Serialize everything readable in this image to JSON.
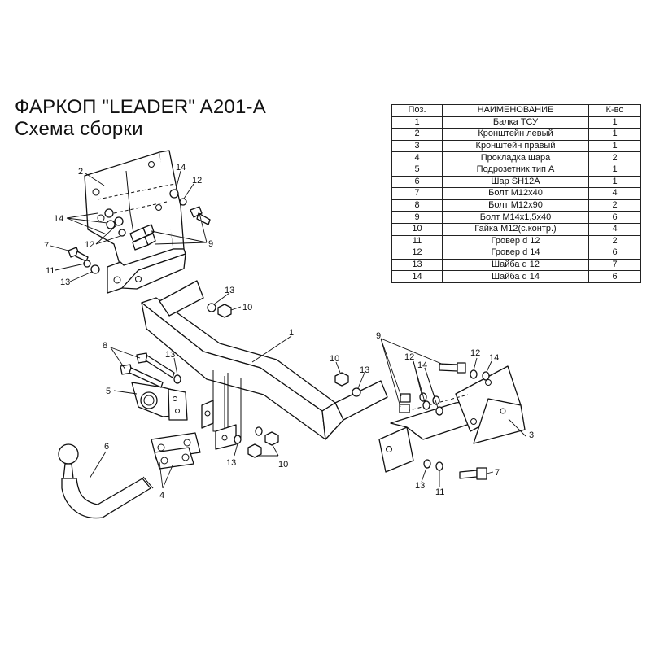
{
  "title": {
    "line1": "ФАРКОП \"LEADER\" A201-A",
    "line2": "Схема сборки"
  },
  "parts_table": {
    "headers": [
      "Поз.",
      "НАИМЕНОВАНИЕ",
      "К-во"
    ],
    "rows": [
      [
        "1",
        "Балка ТСУ",
        "1"
      ],
      [
        "2",
        "Кронштейн левый",
        "1"
      ],
      [
        "3",
        "Кронштейн правый",
        "1"
      ],
      [
        "4",
        "Прокладка шара",
        "2"
      ],
      [
        "5",
        "Подрозетник тип А",
        "1"
      ],
      [
        "6",
        "Шар SH12A",
        "1"
      ],
      [
        "7",
        "Болт М12х40",
        "4"
      ],
      [
        "8",
        "Болт М12х90",
        "2"
      ],
      [
        "9",
        "Болт М14х1,5х40",
        "6"
      ],
      [
        "10",
        "Гайка М12(с.контр.)",
        "4"
      ],
      [
        "11",
        "Гровер d 12",
        "2"
      ],
      [
        "12",
        "Гровер d 14",
        "6"
      ],
      [
        "13",
        "Шайба d 12",
        "7"
      ],
      [
        "14",
        "Шайба d 14",
        "6"
      ]
    ]
  },
  "callouts": [
    {
      "id": "c-2",
      "text": "2"
    },
    {
      "id": "c-14a",
      "text": "14"
    },
    {
      "id": "c-12a",
      "text": "12"
    },
    {
      "id": "c-14b",
      "text": "14"
    },
    {
      "id": "c-12b",
      "text": "12"
    },
    {
      "id": "c-9a",
      "text": "9"
    },
    {
      "id": "c-7a",
      "text": "7"
    },
    {
      "id": "c-11a",
      "text": "11"
    },
    {
      "id": "c-13a",
      "text": "13"
    },
    {
      "id": "c-13b",
      "text": "13"
    },
    {
      "id": "c-10a",
      "text": "10"
    },
    {
      "id": "c-1",
      "text": "1"
    },
    {
      "id": "c-8",
      "text": "8"
    },
    {
      "id": "c-13c",
      "text": "13"
    },
    {
      "id": "c-5",
      "text": "5"
    },
    {
      "id": "c-6",
      "text": "6"
    },
    {
      "id": "c-4",
      "text": "4"
    },
    {
      "id": "c-13d",
      "text": "13"
    },
    {
      "id": "c-10b",
      "text": "10"
    },
    {
      "id": "c-10c",
      "text": "10"
    },
    {
      "id": "c-13e",
      "text": "13"
    },
    {
      "id": "c-9b",
      "text": "9"
    },
    {
      "id": "c-12c",
      "text": "12"
    },
    {
      "id": "c-14c",
      "text": "14"
    },
    {
      "id": "c-12d",
      "text": "12"
    },
    {
      "id": "c-14d",
      "text": "14"
    },
    {
      "id": "c-3",
      "text": "3"
    },
    {
      "id": "c-7b",
      "text": "7"
    },
    {
      "id": "c-13f",
      "text": "13"
    },
    {
      "id": "c-11b",
      "text": "11"
    }
  ]
}
